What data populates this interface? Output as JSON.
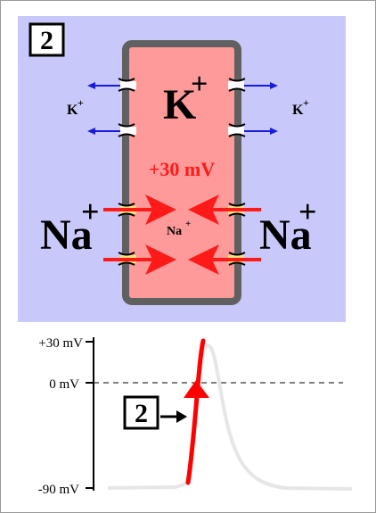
{
  "top_panel": {
    "step_badge": "2",
    "ions": {
      "k_large": "K",
      "k_large_charge": "+",
      "k_small": "K",
      "k_small_charge": "+",
      "na_large": "Na",
      "na_large_charge": "+",
      "na_small": "Na",
      "na_small_charge": "+"
    },
    "membrane_potential": "+30 mV"
  },
  "bottom_panel": {
    "axis_labels": {
      "top": "+30 mV",
      "middle": "0 mV",
      "bottom": "-90 mV"
    },
    "step_badge": "2"
  },
  "colors": {
    "panel_bg": "#c8c8fa",
    "cell_fill": "#ff9a9a",
    "cell_border": "#606060",
    "k_arrow": "#1a1adb",
    "na_arrow": "#ff1a1a",
    "trace_active": "#ff0000",
    "trace_rest": "#e6e6e6"
  },
  "icons": [
    "channel-icon",
    "arrow-right-icon"
  ]
}
